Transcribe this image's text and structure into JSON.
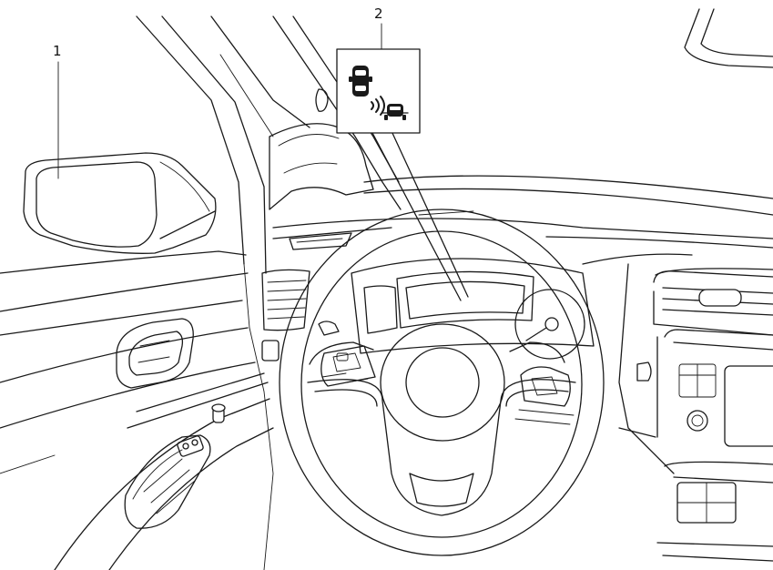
{
  "callouts": [
    {
      "id": "1",
      "label": "1"
    },
    {
      "id": "2",
      "label": "2"
    }
  ],
  "icons": {
    "indicator": "blind-spot-warning-indicator-icon"
  },
  "colors": {
    "line": "#1a1a1a",
    "background": "#ffffff"
  }
}
